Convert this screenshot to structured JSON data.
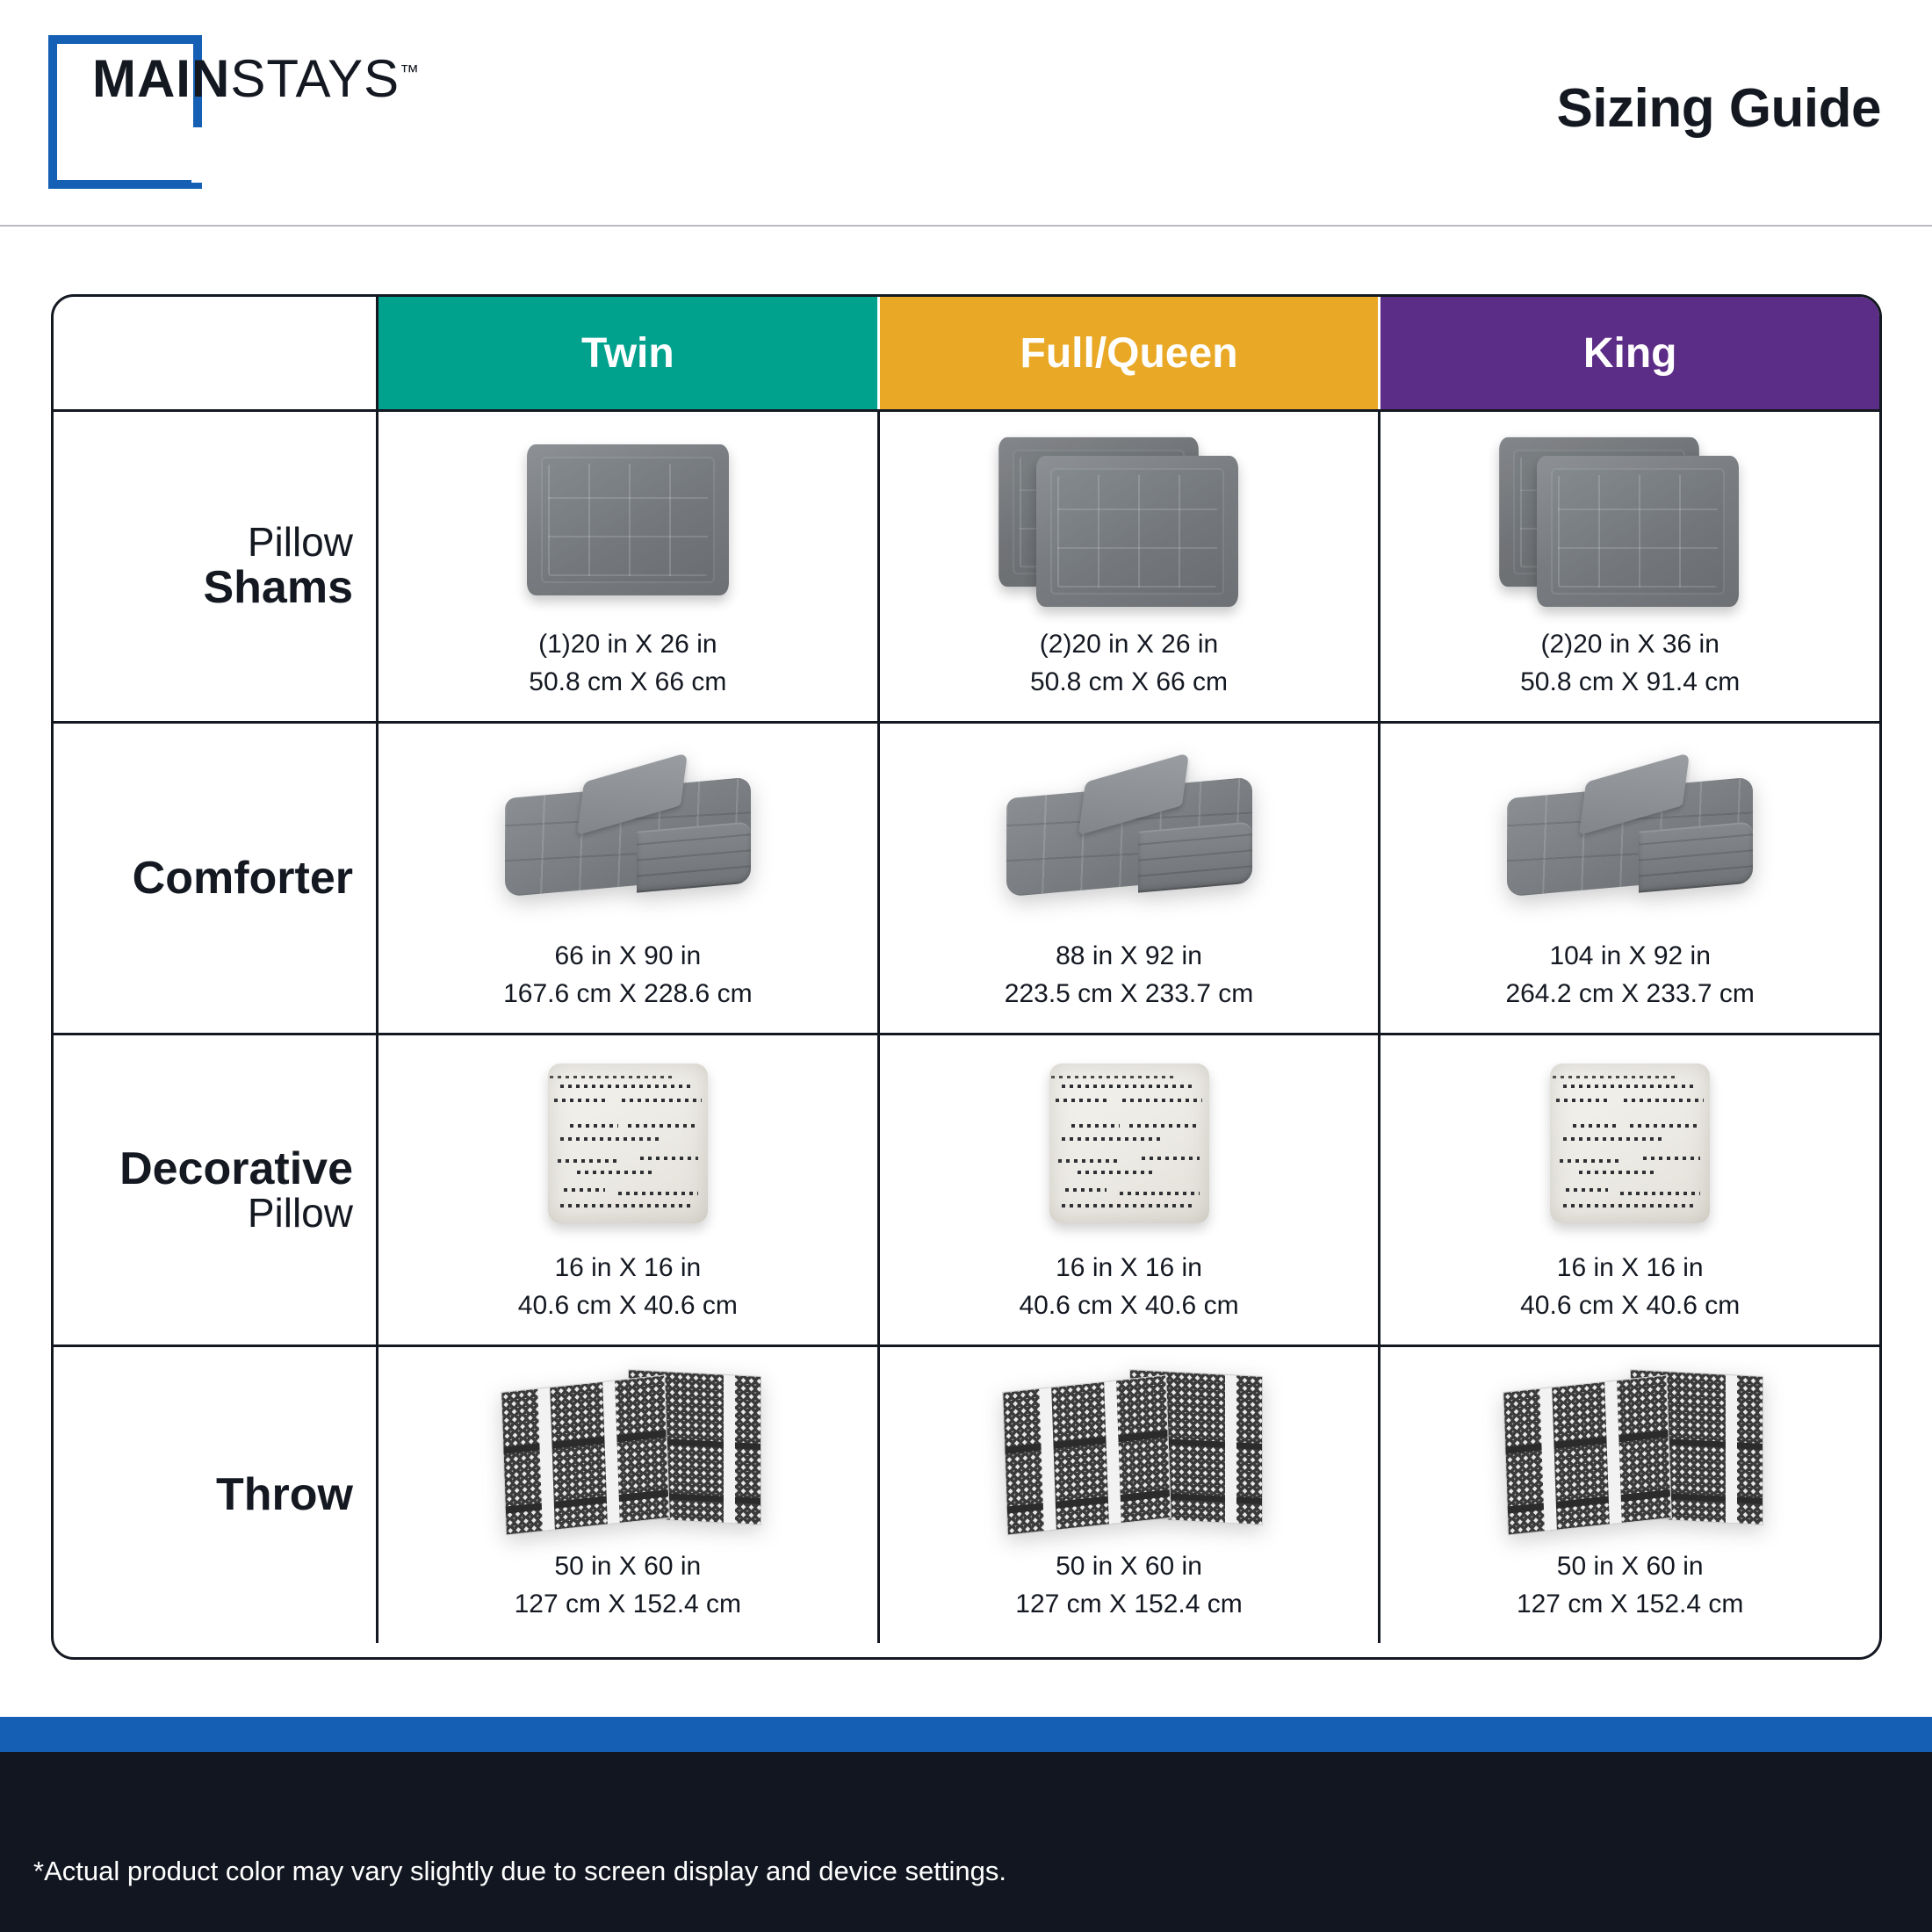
{
  "header": {
    "brand_main": "MAIN",
    "brand_secondary": "STAYS",
    "brand_tm": "™",
    "title": "Sizing Guide"
  },
  "colors": {
    "brand_blue": "#1560b4",
    "twin": "#00a28e",
    "full_queen": "#e9a825",
    "king": "#5c2d86",
    "footer_dark": "#111621",
    "text": "#141821"
  },
  "table": {
    "columns": [
      {
        "key": "twin",
        "label": "Twin"
      },
      {
        "key": "full_queen",
        "label": "Full/Queen"
      },
      {
        "key": "king",
        "label": "King"
      }
    ],
    "rows": [
      {
        "label_light": "Pillow",
        "label_bold": "Shams",
        "product": "pillow-sham",
        "cells": [
          {
            "inches": "(1)20 in X 26 in",
            "cm": "50.8 cm X 66 cm",
            "count": 1
          },
          {
            "inches": "(2)20 in X 26 in",
            "cm": "50.8 cm X 66 cm",
            "count": 2
          },
          {
            "inches": "(2)20 in X 36 in",
            "cm": "50.8 cm X 91.4 cm",
            "count": 2
          }
        ]
      },
      {
        "label_light": "",
        "label_bold": "Comforter",
        "product": "comforter",
        "cells": [
          {
            "inches": "66 in X 90 in",
            "cm": "167.6 cm X 228.6 cm",
            "count": 1
          },
          {
            "inches": "88 in X 92 in",
            "cm": "223.5 cm X 233.7 cm",
            "count": 1
          },
          {
            "inches": "104 in X 92 in",
            "cm": "264.2 cm X 233.7 cm",
            "count": 1
          }
        ]
      },
      {
        "label_light": "Pillow",
        "label_bold": "Decorative",
        "product": "decorative-pillow",
        "cells": [
          {
            "inches": "16 in X 16 in",
            "cm": "40.6 cm X 40.6 cm",
            "count": 1
          },
          {
            "inches": "16 in X 16 in",
            "cm": "40.6 cm X 40.6 cm",
            "count": 1
          },
          {
            "inches": "16 in X 16 in",
            "cm": "40.6 cm X 40.6 cm",
            "count": 1
          }
        ]
      },
      {
        "label_light": "",
        "label_bold": "Throw",
        "product": "throw",
        "cells": [
          {
            "inches": "50 in X 60 in",
            "cm": "127 cm X 152.4 cm",
            "count": 1
          },
          {
            "inches": "50 in X 60 in",
            "cm": "127 cm X 152.4 cm",
            "count": 1
          },
          {
            "inches": "50 in X 60 in",
            "cm": "127 cm X 152.4 cm",
            "count": 1
          }
        ]
      }
    ]
  },
  "footer": {
    "disclaimer": "*Actual product color may vary slightly due to screen display and device settings."
  }
}
